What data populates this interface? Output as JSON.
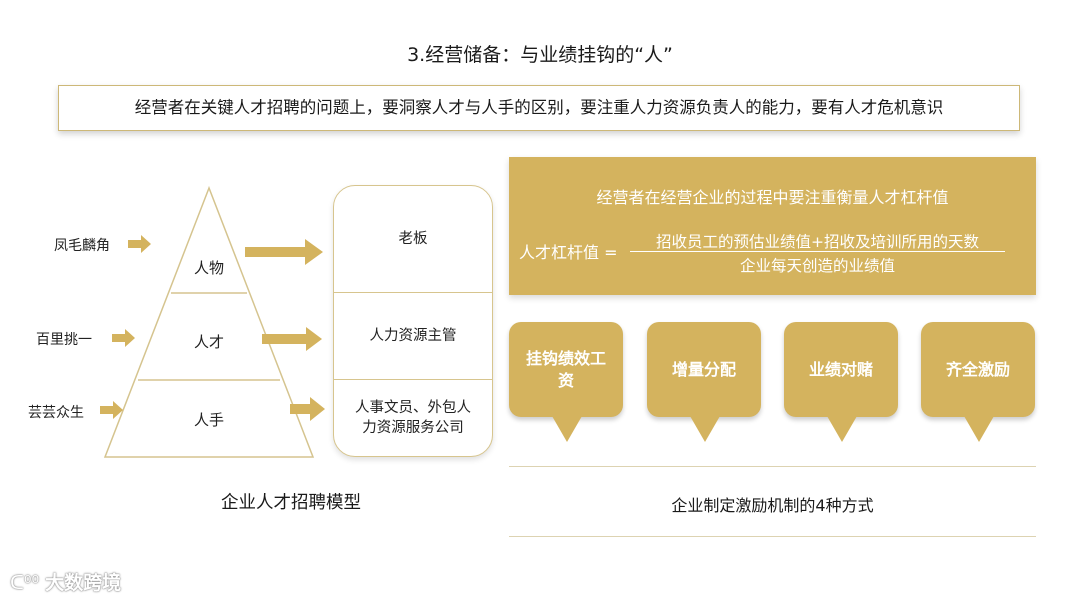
{
  "title": "3.经营储备：与业绩挂钩的“人”",
  "banner_text": "经营者在关键人才招聘的问题上，要洞察人才与人手的区别，要注重人力资源负责人的能力，要有人才危机意识",
  "pyramid": {
    "caption": "企业人才招聘模型",
    "tiers": [
      {
        "side_label": "凤毛麟角",
        "tier_label": "人物",
        "role": "老板"
      },
      {
        "side_label": "百里挑一",
        "tier_label": "人才",
        "role": "人力资源主管"
      },
      {
        "side_label": "芸芸众生",
        "tier_label": "人手",
        "role": "人事文员、外包人力资源服务公司"
      }
    ]
  },
  "formula_panel": {
    "line1": "经营者在经营企业的过程中要注重衡量人才杠杆值",
    "lhs": "人才杠杆值 =",
    "numerator": "招收员工的预估业绩值+招收及培训所用的天数",
    "denominator": "企业每天创造的业绩值"
  },
  "incentives": {
    "caption": "企业制定激励机制的4种方式",
    "items": [
      "挂钩绩效工资",
      "增量分配",
      "业绩对赌",
      "齐全激励"
    ]
  },
  "watermark": "大数跨境",
  "colors": {
    "gold": "#d4b35e",
    "gold_border": "#cdb878"
  }
}
